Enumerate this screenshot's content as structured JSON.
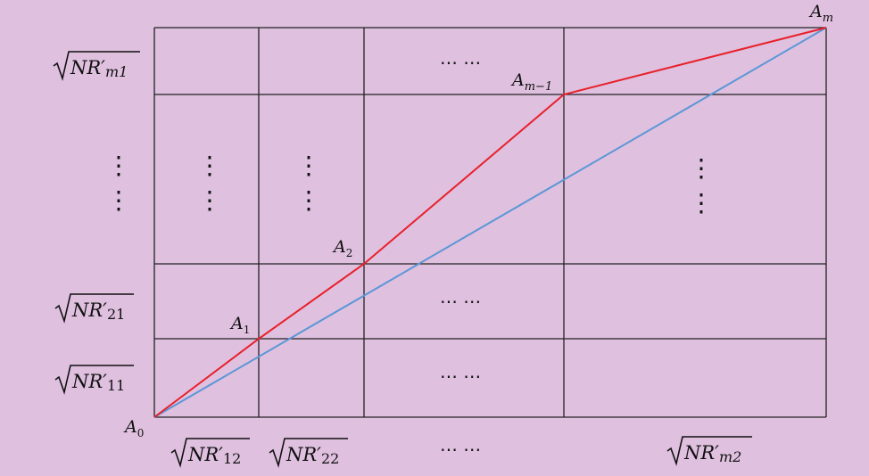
{
  "colors": {
    "background": "#dfc0df",
    "grid": "#222222",
    "path_red": "#e8202a",
    "path_blue": "#5b97d6"
  },
  "points": {
    "A0": "A",
    "A0_sub": "0",
    "A1": "A",
    "A1_sub": "1",
    "A2": "A",
    "A2_sub": "2",
    "Am1": "A",
    "Am1_sub": "m−1",
    "Am": "A",
    "Am_sub": "m"
  },
  "row_labels": [
    {
      "main": "NR′",
      "sub": "m1"
    },
    {
      "main": "NR′",
      "sub": "21"
    },
    {
      "main": "NR′",
      "sub": "11"
    }
  ],
  "col_labels": [
    {
      "main": "NR′",
      "sub": "12"
    },
    {
      "main": "NR′",
      "sub": "22"
    },
    {
      "main": "NR′",
      "sub": "m2"
    }
  ],
  "ellipsis_h": "⋯ ⋯",
  "ellipsis_v": "⋮"
}
